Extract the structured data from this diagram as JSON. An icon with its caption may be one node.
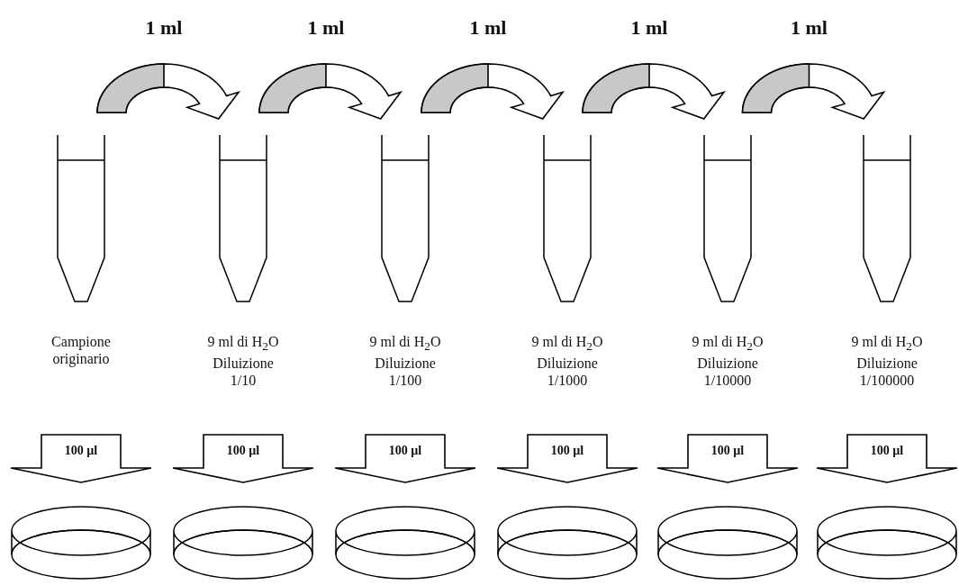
{
  "diagram": {
    "nodes": [
      {
        "text": [],
        "shape": "tube",
        "beside": [
          "Campione originario"
        ]
      },
      {
        "text": [],
        "shape": "tube",
        "beside": [
          "9 ml di H$_{2}$O",
          "Diluizione 1/10"
        ]
      },
      {
        "text": [],
        "shape": "tube",
        "beside": [
          "9 ml di H$_{2}$O",
          "Diluizione 1/100"
        ]
      },
      {
        "text": [],
        "shape": "tube",
        "beside": [
          "9 ml di H$_{2}$O",
          "Diluizione 1/1000"
        ]
      },
      {
        "text": [],
        "shape": "tube",
        "beside": [
          "9 ml di H$_{2}$O",
          "Diluizione 1/10000"
        ]
      },
      {
        "text": [],
        "shape": "tube",
        "beside": [
          "9 ml di H$_{2}$O",
          "Diluizione 1/100000"
        ]
      },
      {
        "text": [],
        "shape": "dish"
      },
      {
        "text": [],
        "shape": "dish"
      },
      {
        "text": [],
        "shape": "dish"
      },
      {
        "text": [],
        "shape": "dish"
      },
      {
        "text": [],
        "shape": "dish"
      },
      {
        "text": [],
        "shape": "dish"
      }
    ],
    "edges": [
      {
        "from": 0,
        "to": 1,
        "arrow": "to",
        "label": "1 ml",
        "style": "thick"
      },
      {
        "from": 1,
        "to": 2,
        "arrow": "to",
        "label": "1 ml",
        "style": "thick"
      },
      {
        "from": 2,
        "to": 3,
        "arrow": "to",
        "label": "1 ml",
        "style": "thick"
      },
      {
        "from": 3,
        "to": 4,
        "arrow": "to",
        "label": "1 ml",
        "style": "thick"
      },
      {
        "from": 4,
        "to": 5,
        "arrow": "to",
        "label": "1 ml",
        "style": "thick"
      },
      {
        "from": null,
        "to": 6,
        "arrow": "to",
        "label": "100 µl",
        "style": "thick"
      },
      {
        "from": null,
        "to": 7,
        "arrow": "to",
        "label": "100 µl",
        "style": "thick"
      },
      {
        "from": null,
        "to": 8,
        "arrow": "to",
        "label": "100 µl",
        "style": "thick"
      },
      {
        "from": null,
        "to": 9,
        "arrow": "to",
        "label": "100 µl",
        "style": "thick"
      },
      {
        "from": null,
        "to": 10,
        "arrow": "to",
        "label": "100 µl",
        "style": "thick"
      },
      {
        "from": null,
        "to": 11,
        "arrow": "to",
        "label": "100 µl",
        "style": "thick"
      }
    ]
  }
}
